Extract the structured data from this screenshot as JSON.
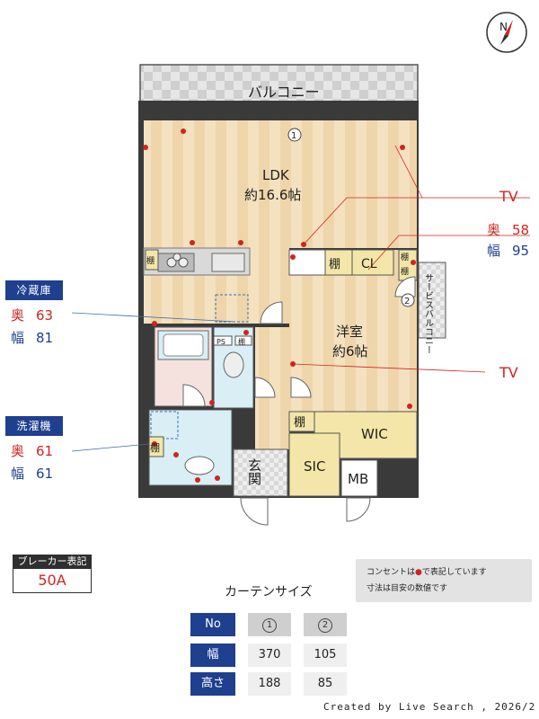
{
  "compass": {
    "label": "N"
  },
  "rooms": {
    "balcony": "バルコニー",
    "ldk_name": "LDK",
    "ldk_size": "約16.6帖",
    "western_name": "洋室",
    "western_size": "約6帖",
    "cl": "CL",
    "wic": "WIC",
    "sic": "SIC",
    "mb": "MB",
    "entrance": "玄関",
    "service_balcony": "サービスバルコニー",
    "shelf": "棚",
    "ps": "PS",
    "window_1": "1",
    "window_2": "2"
  },
  "callouts": {
    "tv1": "TV",
    "tv2": "TV",
    "closet": {
      "depth_label": "奥",
      "depth": "58",
      "width_label": "幅",
      "width": "95"
    },
    "fridge": {
      "title": "冷蔵庫",
      "depth_label": "奥",
      "depth": "63",
      "width_label": "幅",
      "width": "81"
    },
    "washer": {
      "title": "洗濯機",
      "depth_label": "奥",
      "depth": "61",
      "width_label": "幅",
      "width": "61"
    }
  },
  "breaker": {
    "title": "ブレーカー表記",
    "value": "50A"
  },
  "note": {
    "line1_a": "コンセントは",
    "line1_b": "で表記しています",
    "line2": "寸法は目安の数値です"
  },
  "curtain": {
    "title": "カーテンサイズ",
    "header": [
      "No",
      "1",
      "2"
    ],
    "rows": [
      {
        "label": "幅",
        "v1": "370",
        "v2": "105"
      },
      {
        "label": "高さ",
        "v1": "188",
        "v2": "85"
      }
    ]
  },
  "credit": "Created by Live Search , 2026/2",
  "colors": {
    "navy": "#1f3f8f",
    "red": "#d0251f",
    "wood": "#f2ddb8",
    "wall": "#3a3a3a",
    "storage": "#f3e6a8"
  }
}
